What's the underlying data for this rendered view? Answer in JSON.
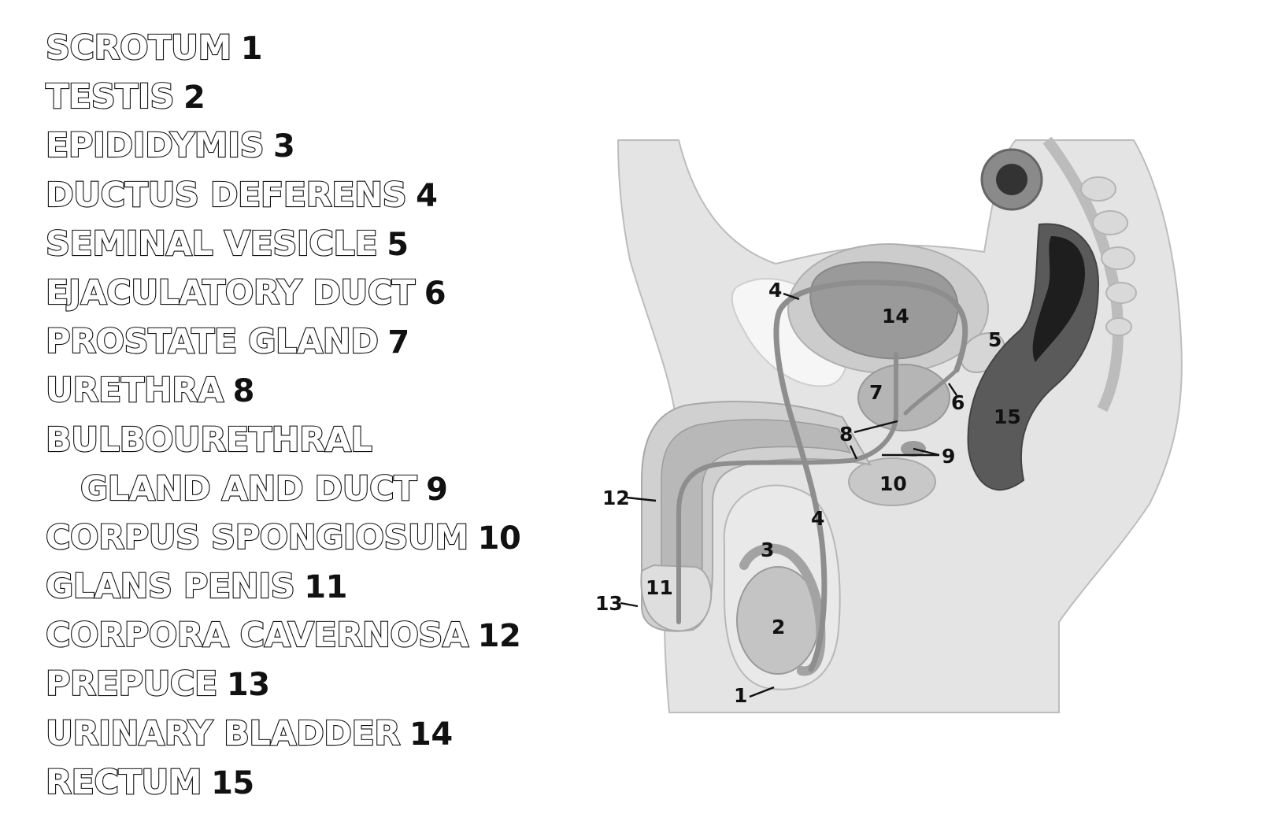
{
  "legend": {
    "items": [
      {
        "term": "SCROTUM",
        "number": "1"
      },
      {
        "term": "TESTIS",
        "number": "2"
      },
      {
        "term": "EPIDIDYMIS",
        "number": "3"
      },
      {
        "term": "DUCTUS DEFERENS",
        "number": "4"
      },
      {
        "term": "SEMINAL VESICLE",
        "number": "5"
      },
      {
        "term": "EJACULATORY DUCT",
        "number": "6"
      },
      {
        "term": "PROSTATE GLAND",
        "number": "7"
      },
      {
        "term": "URETHRA",
        "number": "8"
      },
      {
        "term": "BULBOURETHRAL",
        "number": ""
      },
      {
        "term": "GLAND AND DUCT",
        "number": "9"
      },
      {
        "term": "CORPUS SPONGIOSUM",
        "number": "10"
      },
      {
        "term": "GLANS PENIS",
        "number": "11"
      },
      {
        "term": "CORPORA CAVERNOSA",
        "number": "12"
      },
      {
        "term": "PREPUCE",
        "number": "13"
      },
      {
        "term": "URINARY BLADDER",
        "number": "14"
      },
      {
        "term": "RECTUM",
        "number": "15"
      }
    ]
  },
  "diagram": {
    "labels": {
      "n1": "1",
      "n2": "2",
      "n3": "3",
      "n4a": "4",
      "n4b": "4",
      "n5": "5",
      "n6": "6",
      "n7": "7",
      "n8": "8",
      "n9": "9",
      "n10": "10",
      "n11": "11",
      "n12": "12",
      "n13": "13",
      "n14": "14",
      "n15": "15"
    }
  }
}
